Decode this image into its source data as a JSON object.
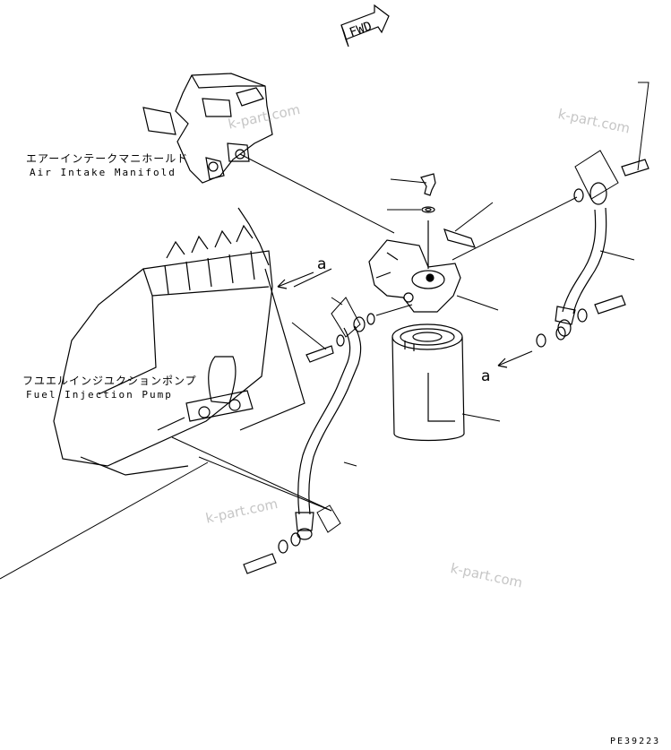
{
  "direction_marker": "FWD",
  "parts": {
    "air_intake_manifold": {
      "label_jp": "エアーインテークマニホールド",
      "label_en": "Air Intake Manifold"
    },
    "fuel_injection_pump": {
      "label_jp": "フユエルインジユクションポンプ",
      "label_en": "Fuel Injection Pump"
    }
  },
  "callouts": [
    "a",
    "a"
  ],
  "watermarks": [
    "k-part.com",
    "k-part.com",
    "k-part.com",
    "k-part.com"
  ],
  "drawing_code": "PE39223"
}
